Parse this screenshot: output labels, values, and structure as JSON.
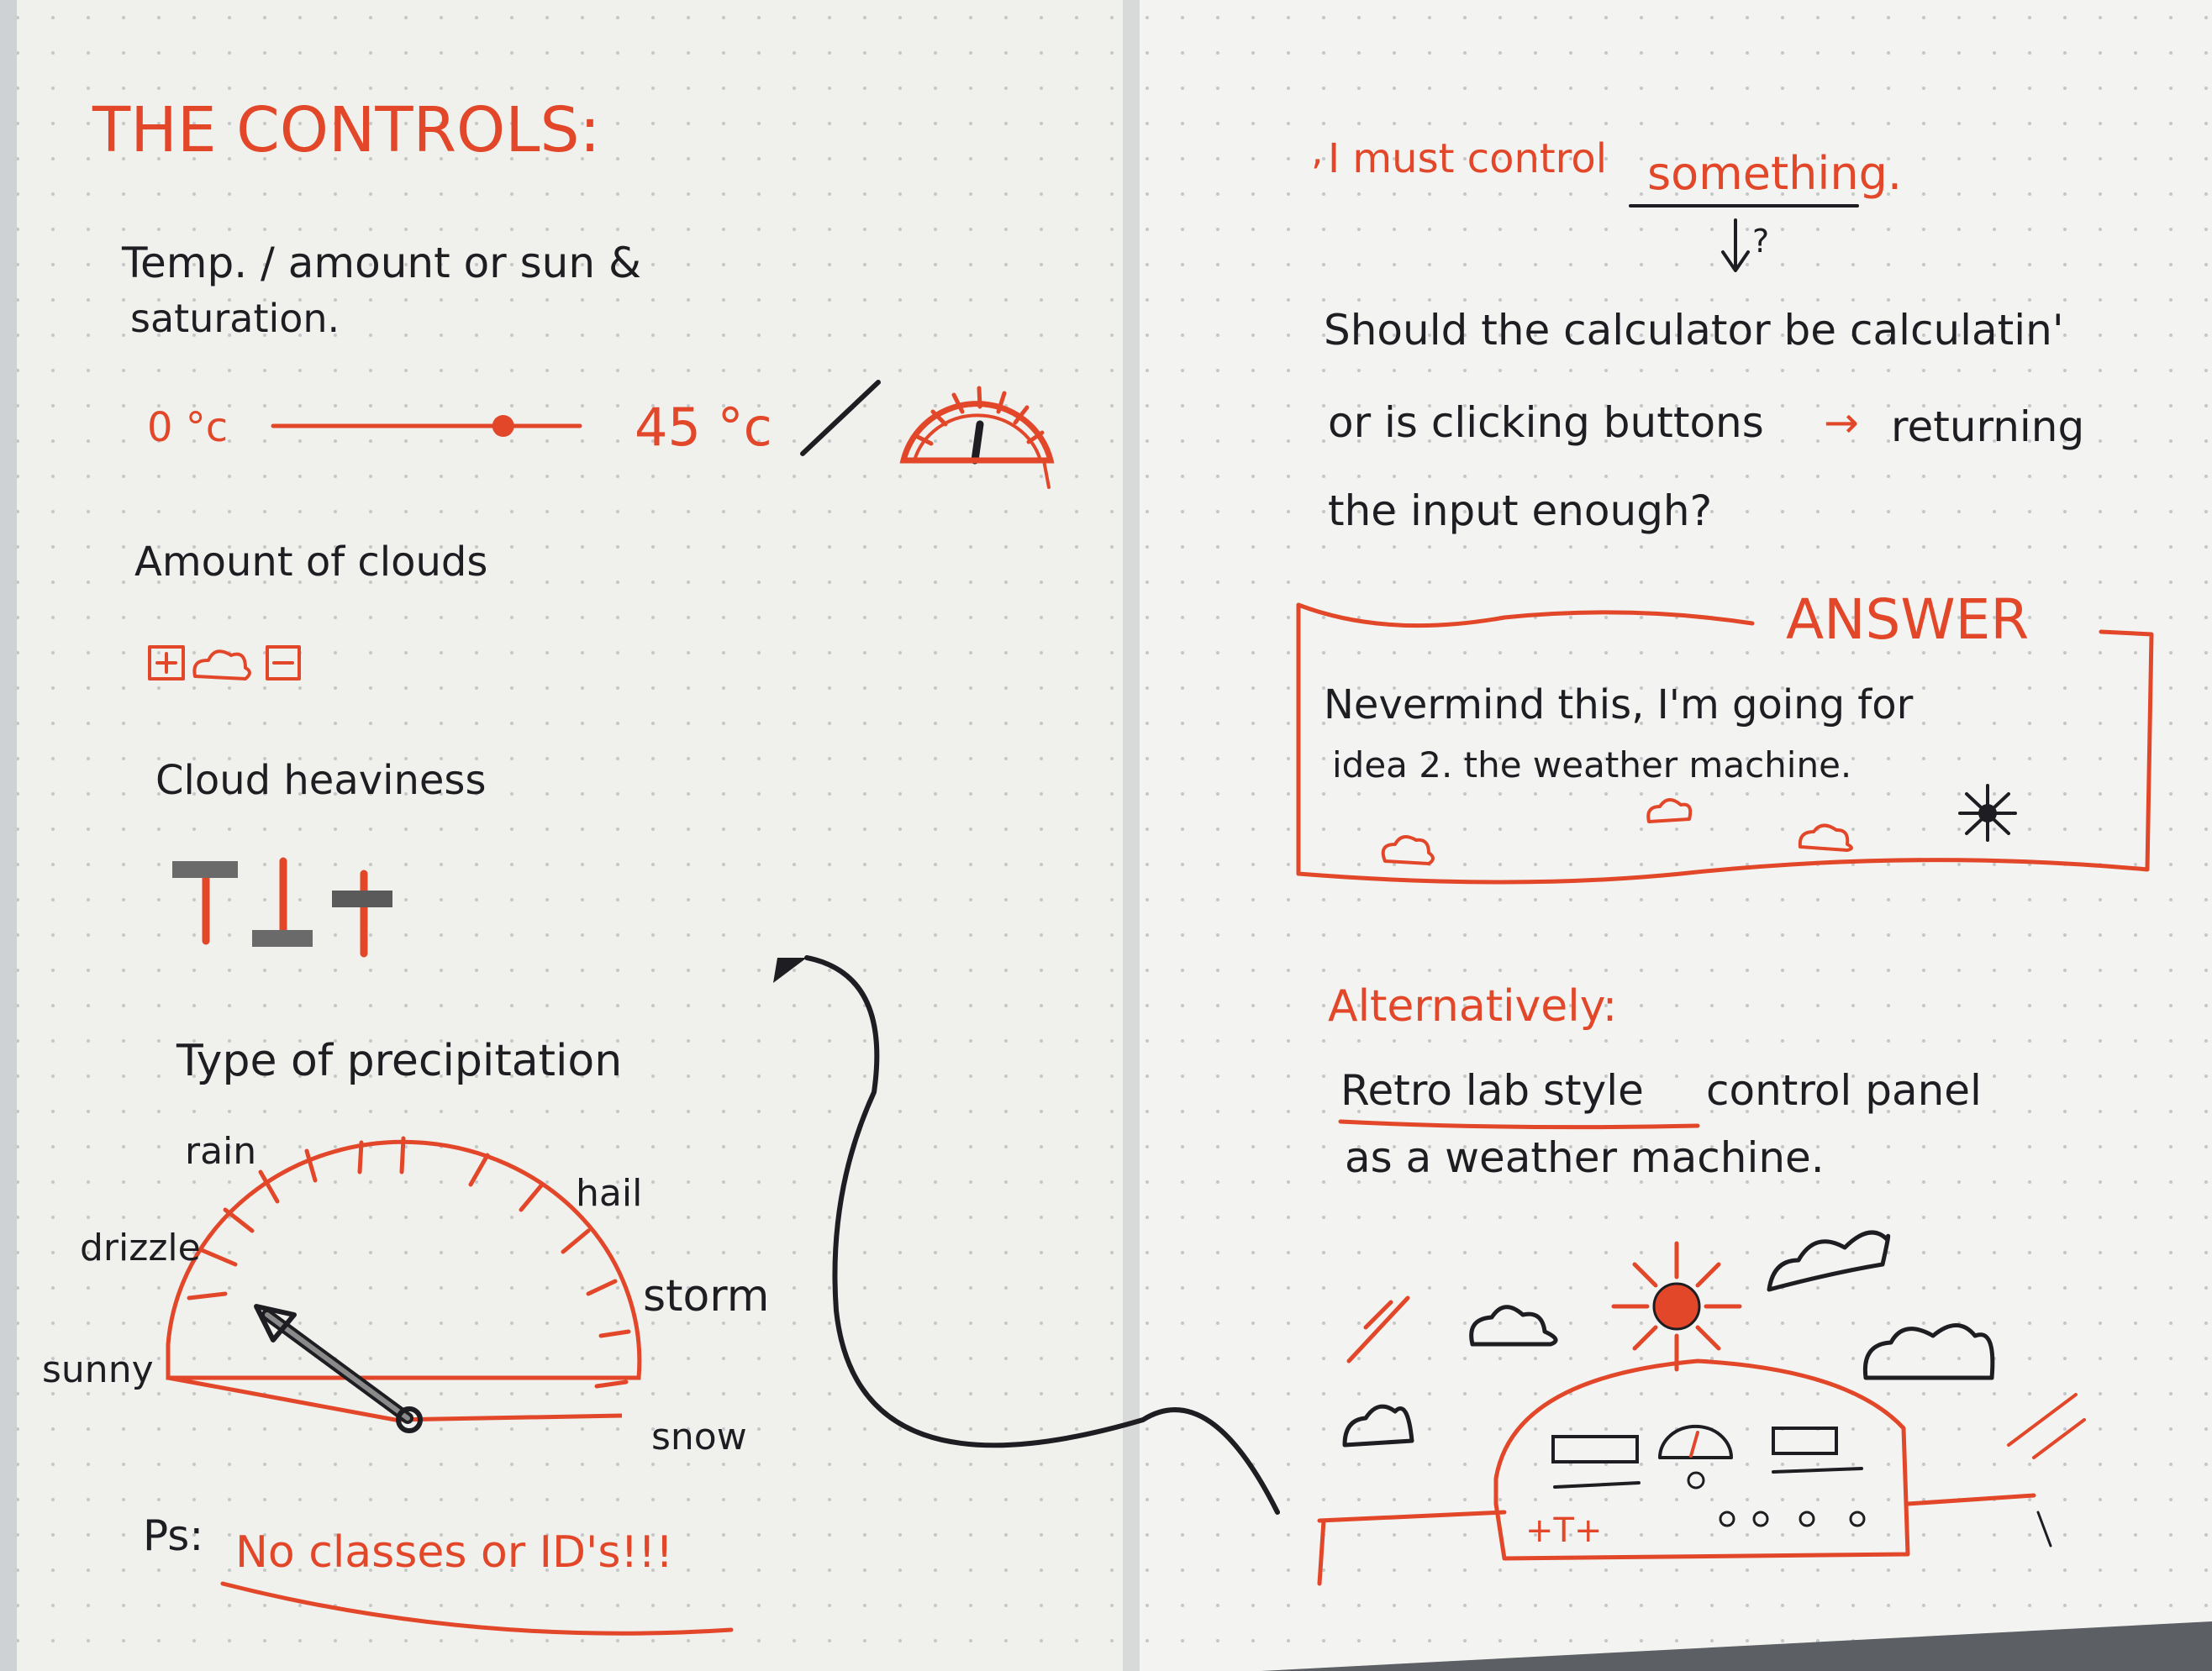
{
  "left_page": {
    "heading": "THE CONTROLS:",
    "temp_label_line1": "Temp. / amount or sun &",
    "temp_label_line2": "saturation.",
    "slider": {
      "min_label": "0 °c",
      "max_label": "45 °c",
      "level": 0.75
    },
    "clouds_label": "Amount of clouds",
    "heaviness_label": "Cloud heaviness",
    "precip_label": "Type of precipitation",
    "gauge_labels": [
      "sunny",
      "drizzle",
      "rain",
      "hail",
      "storm",
      "snow"
    ],
    "ps_prefix": "Ps:",
    "ps_text": "No classes or ID's!!!"
  },
  "right_page": {
    "intro_comma": ",",
    "intro_prefix": "I must control",
    "intro_emphasis": "something.",
    "question_mark": "?",
    "question_line1": "Should the calculator be calculatin'",
    "question_line2": "or is clicking buttons",
    "question_arrow": "→",
    "question_line2b": "returning",
    "question_line3": "the input enough?",
    "answer_title": "ANSWER",
    "answer_line1": "Nevermind this, I'm going for",
    "answer_line2": "idea 2. the weather machine.",
    "alt_heading": "Alternatively:",
    "alt_line1_underlined": "Retro lab style",
    "alt_line1_rest": " control panel",
    "alt_line2": "as a weather machine.",
    "panel_slider_label": "+T+"
  },
  "colors": {
    "accent": "#e2472a",
    "ink": "#1d1d22",
    "paper": "#f1f1ee"
  }
}
